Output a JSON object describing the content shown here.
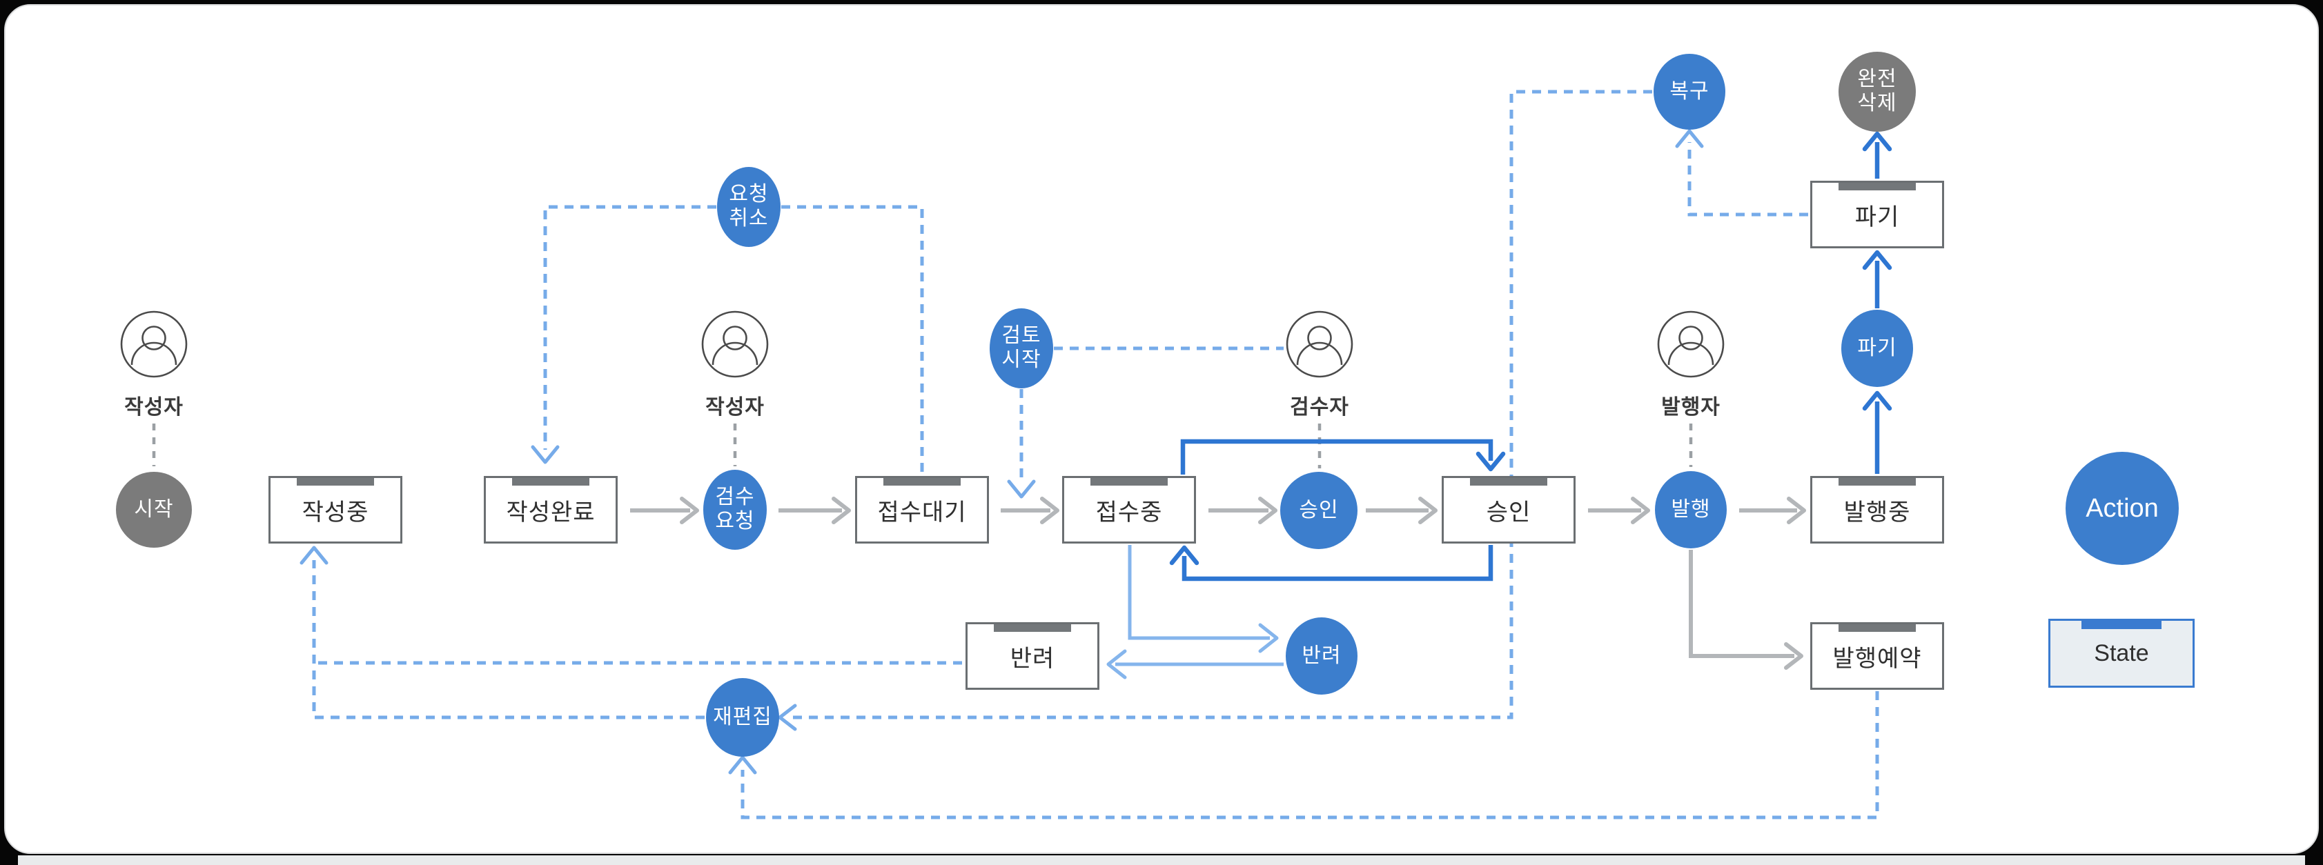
{
  "diagram_title": "content-workflow-state-diagram",
  "colors": {
    "action_blue": "#3c7ecd",
    "neutral_gray": "#7b7b7b",
    "state_border_gray": "#6b6f72",
    "state_tab_gray": "#73777a",
    "legend_state_blue": "#3a7bd0",
    "strong_arrow_blue": "#2e76d2",
    "light_arrow_blue": "#85b5ec",
    "dashed_blue": "#76abe9",
    "gray_arrow": "#b3b6b9"
  },
  "persons": [
    {
      "label": "작성자"
    },
    {
      "label": "작성자"
    },
    {
      "label": "검수자"
    },
    {
      "label": "발행자"
    }
  ],
  "states": [
    {
      "label": "작성중"
    },
    {
      "label": "작성완료"
    },
    {
      "label": "접수대기"
    },
    {
      "label": "접수중"
    },
    {
      "label": "승인"
    },
    {
      "label": "발행중"
    },
    {
      "label": "발행예약"
    },
    {
      "label": "반려"
    },
    {
      "label": "파기"
    }
  ],
  "actions": [
    {
      "label1": "시작",
      "label2": ""
    },
    {
      "label1": "요청",
      "label2": "취소"
    },
    {
      "label1": "검수",
      "label2": "요청"
    },
    {
      "label1": "검토",
      "label2": "시작"
    },
    {
      "label1": "승인",
      "label2": ""
    },
    {
      "label1": "반려",
      "label2": ""
    },
    {
      "label1": "재편집",
      "label2": ""
    },
    {
      "label1": "발행",
      "label2": ""
    },
    {
      "label1": "파기",
      "label2": ""
    },
    {
      "label1": "복구",
      "label2": ""
    },
    {
      "label1": "완전",
      "label2": "삭제"
    }
  ],
  "legend": {
    "action_label": "Action",
    "state_label": "State"
  }
}
